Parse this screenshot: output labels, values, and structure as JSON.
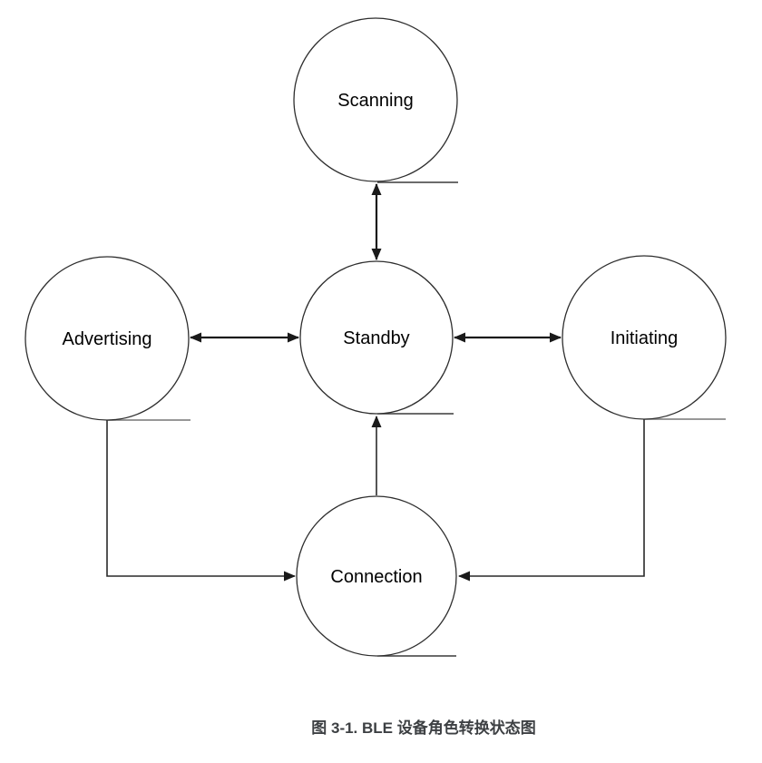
{
  "diagram": {
    "title_semantic": "BLE device role transition state diagram",
    "nodes": {
      "scanning": {
        "label": "Scanning"
      },
      "advertising": {
        "label": "Advertising"
      },
      "standby": {
        "label": "Standby"
      },
      "initiating": {
        "label": "Initiating"
      },
      "connection": {
        "label": "Connection"
      }
    },
    "edges": [
      {
        "from": "scanning",
        "to": "standby",
        "direction": "bidirectional"
      },
      {
        "from": "advertising",
        "to": "standby",
        "direction": "bidirectional"
      },
      {
        "from": "standby",
        "to": "initiating",
        "direction": "bidirectional"
      },
      {
        "from": "connection",
        "to": "standby",
        "direction": "one-way"
      },
      {
        "from": "advertising",
        "to": "connection",
        "direction": "one-way"
      },
      {
        "from": "initiating",
        "to": "connection",
        "direction": "one-way"
      }
    ],
    "colors": {
      "node_fill": "#ffffff",
      "node_stroke": "#2e2e2e",
      "edge_stroke": "#1a1a1a",
      "label_text": "#000000",
      "tangent_line_gray": "#8a8a8a"
    }
  },
  "caption": {
    "text": "图 3-1. BLE 设备角色转换状态图"
  }
}
